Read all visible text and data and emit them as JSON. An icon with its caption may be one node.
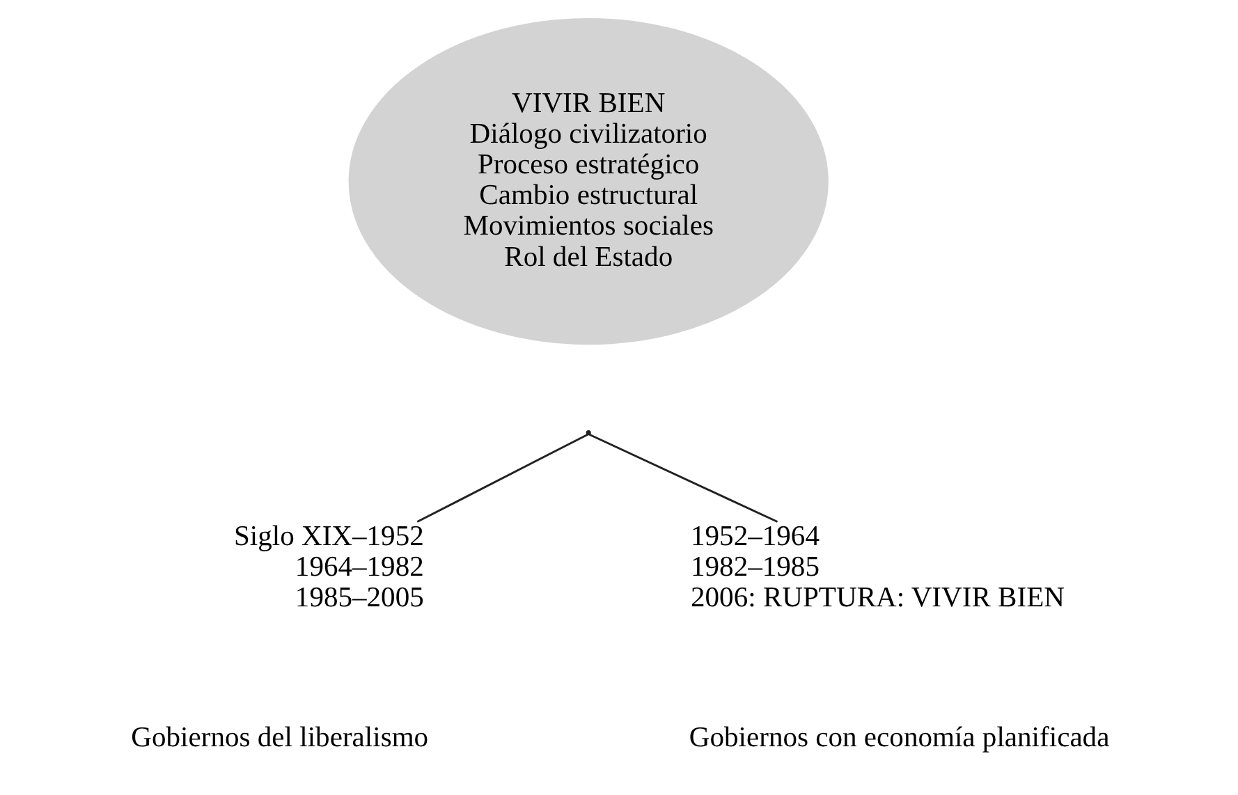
{
  "diagram": {
    "nodes": [
      {
        "text": [
          "VIVIR BIEN",
          "Diálogo civilizatorio",
          "Proceso estratégico",
          "Cambio estructural",
          "Movimientos sociales",
          "Rol del Estado"
        ]
      },
      {
        "text": [],
        "shape": "point"
      },
      {
        "text": [
          "Siglo XIX–1952",
          "1964–1982",
          "1985–2005"
        ]
      },
      {
        "text": [
          "1952–1964",
          "1982–1985",
          "2006: RUPTURA: VIVIR BIEN"
        ]
      }
    ],
    "edges": [
      {
        "from": 1,
        "to": 2,
        "arrow": "none"
      },
      {
        "from": 1,
        "to": 3,
        "arrow": "none"
      }
    ],
    "labels": [
      "Gobiernos del liberalismo",
      "Gobiernos con economía planificada"
    ]
  }
}
